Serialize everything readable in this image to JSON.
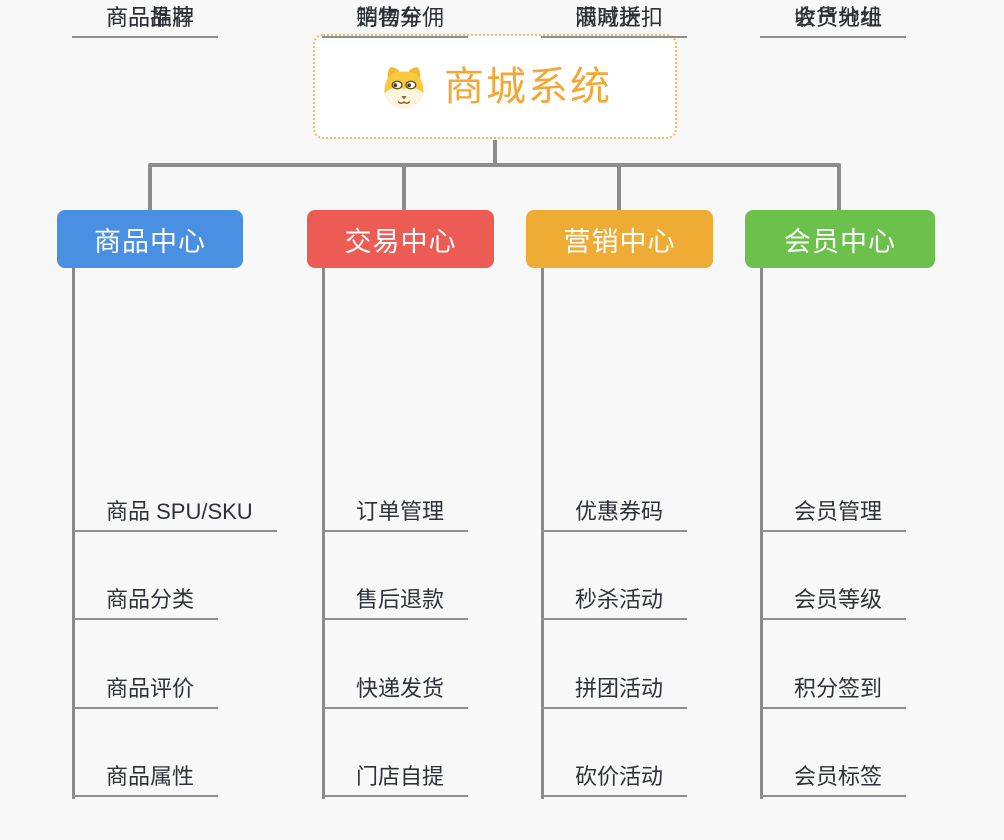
{
  "diagram": {
    "type": "mindmap-org-tree",
    "background_color": "#f8f8f8",
    "connector_color": "#8c8c8c",
    "underline_color": "#8f8f8f",
    "item_text_color": "#2e3238"
  },
  "root": {
    "title": "商城系统",
    "icon": "dog-face-icon",
    "text_color": "#f2a737",
    "border_color": "#f0bc63",
    "background": "#ffffff"
  },
  "branches": [
    {
      "label": "商品中心",
      "color": "#4a90e2",
      "items": [
        "商品 SPU/SKU",
        "商品分类",
        "商品评价",
        "商品属性",
        "商品推荐",
        "商品品牌"
      ]
    },
    {
      "label": "交易中心",
      "color": "#ec5b54",
      "items": [
        "订单管理",
        "售后退款",
        "快递发货",
        "门店自提",
        "购物车",
        "销售分佣"
      ]
    },
    {
      "label": "营销中心",
      "color": "#efac34",
      "items": [
        "优惠券码",
        "秒杀活动",
        "拼团活动",
        "砍价活动",
        "限时折扣",
        "满减送"
      ]
    },
    {
      "label": "会员中心",
      "color": "#6cc14c",
      "items": [
        "会员管理",
        "会员等级",
        "积分签到",
        "会员标签",
        "会员分组",
        "收货地址"
      ]
    }
  ]
}
